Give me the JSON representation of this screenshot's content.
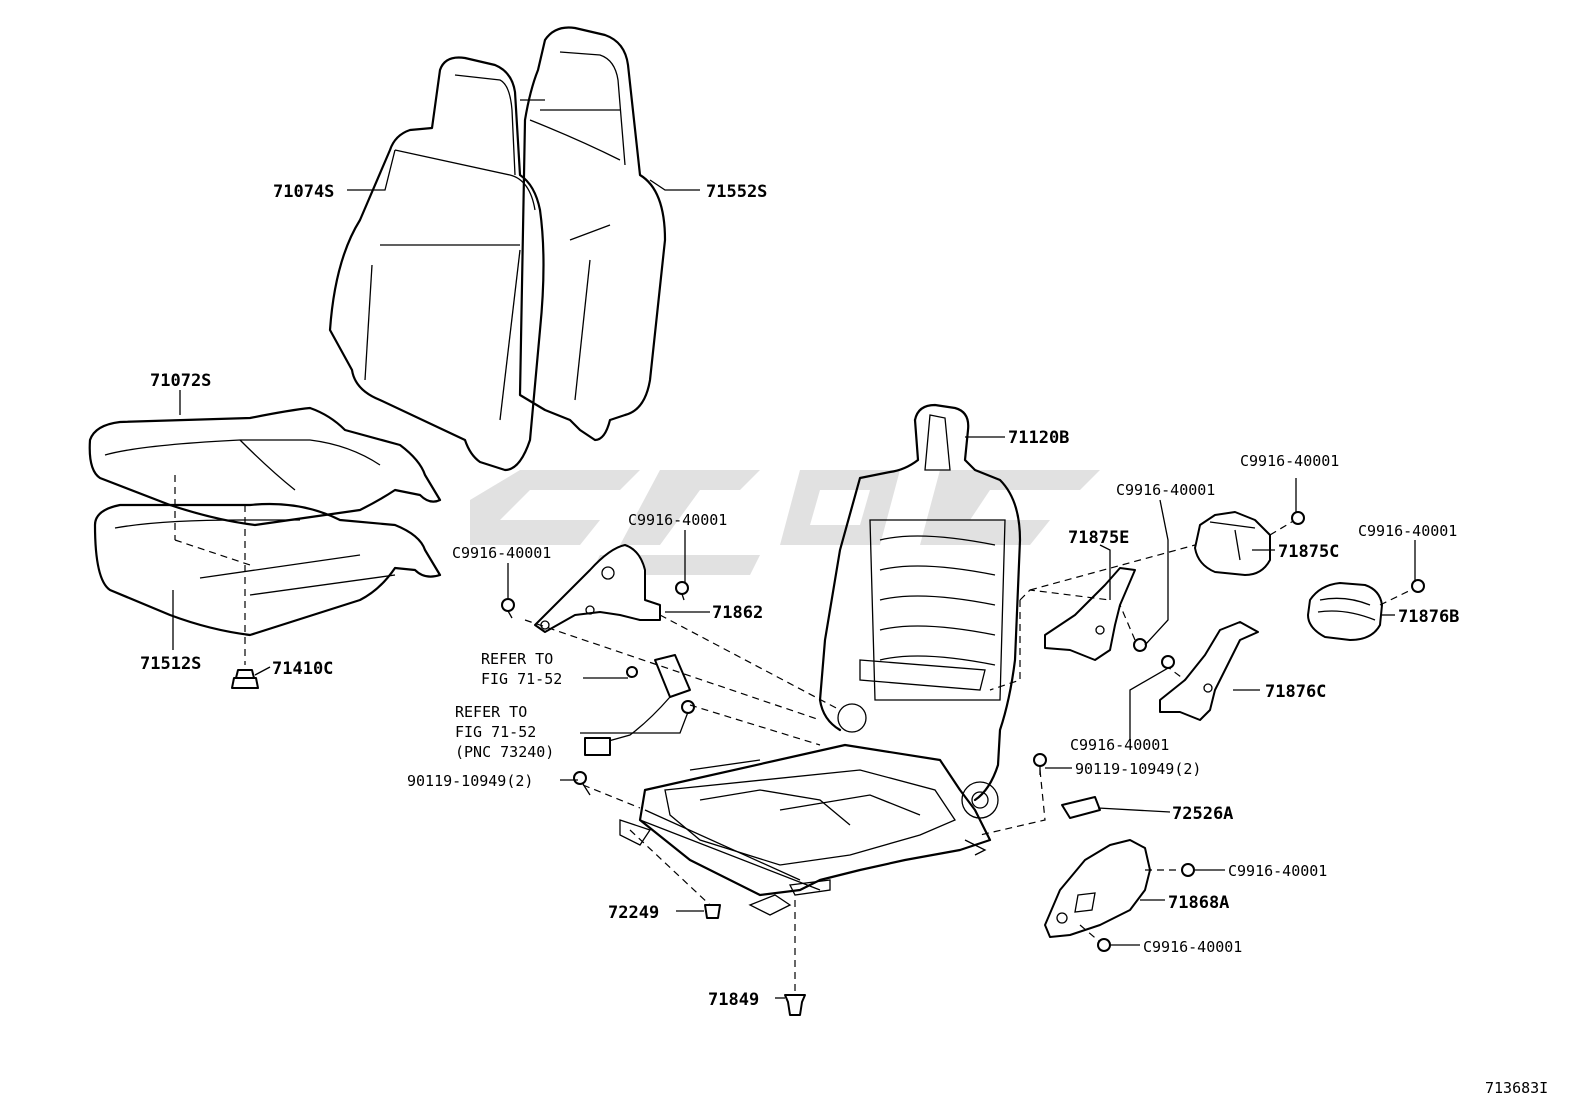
{
  "part_labels": {
    "cover_back": "71074S",
    "pad_back": "71552S",
    "cover_cushion": "71072S",
    "pad_cushion": "71512S",
    "clip_71410c": "71410C",
    "frame_back": "71120B",
    "shield_inner": "71862",
    "cover_71875e": "71875E",
    "cover_71875c": "71875C",
    "cover_71876b": "71876B",
    "cover_71876c": "71876C",
    "cover_72526a": "72526A",
    "shield_outer": "71868A",
    "bolt_72249": "72249",
    "bolt_71849": "71849",
    "screw_a": "C9916-40001",
    "screw_b": "C9916-40001",
    "screw_c": "C9916-40001",
    "screw_d": "C9916-40001",
    "screw_e": "C9916-40001",
    "screw_f": "C9916-40001",
    "screw_g": "C9916-40001",
    "bolt_left": "90119-10949(2)",
    "bolt_right": "90119-10949(2)"
  },
  "refer_notes": {
    "note1_line1": "REFER TO",
    "note1_line2": "FIG 71-52",
    "note2_line1": "REFER TO",
    "note2_line2": "FIG 71-52",
    "note2_line3": "(PNC 73240)"
  },
  "figure_id": "713683I",
  "colors": {
    "line": "#000000",
    "watermark": "#c8c8c8",
    "background": "#ffffff"
  }
}
